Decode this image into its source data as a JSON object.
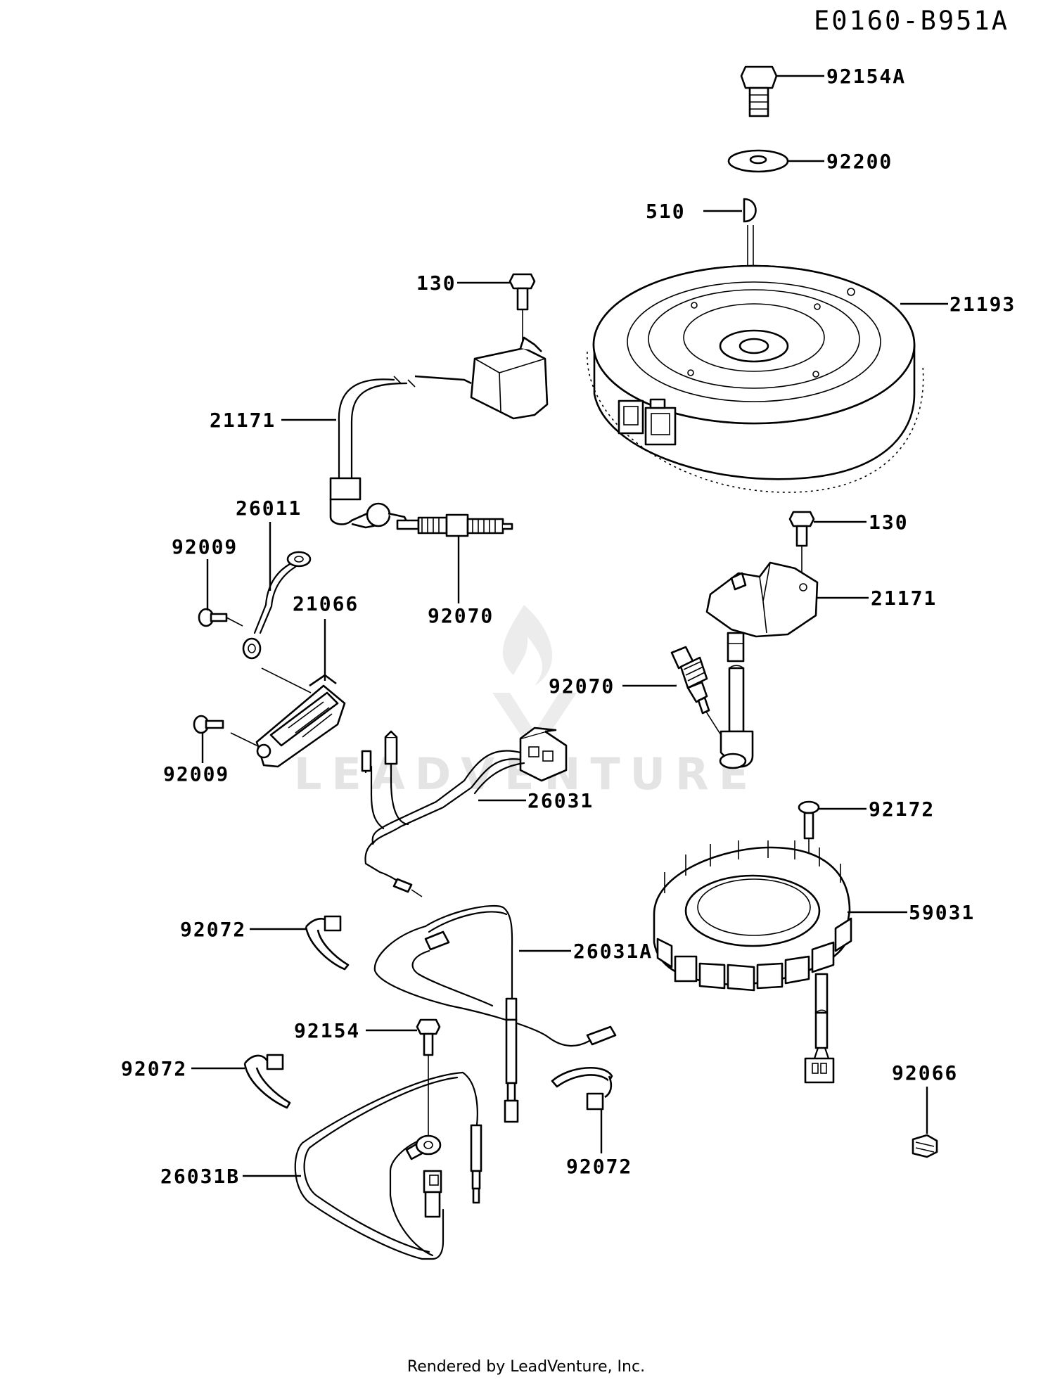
{
  "diagram_code": "E0160-B951A",
  "watermark": "LEADVENTURE",
  "footer": "Rendered by LeadVenture, Inc.",
  "callouts": {
    "bolt_flywheel": "92154A",
    "washer_flywheel": "92200",
    "key": "510",
    "flywheel": "21193",
    "bolt_coil_left": "130",
    "coil_left": "21171",
    "lead_wire_26011": "26011",
    "screw_top": "92009",
    "module_21066": "21066",
    "plug_left": "92070",
    "screw_bottom": "92009",
    "bolt_coil_right": "130",
    "coil_right": "21171",
    "plug_right": "92070",
    "harness_26031": "26031",
    "screw_stator": "92172",
    "stator": "59031",
    "clamp_left_upper": "92072",
    "harness_26031a": "26031A",
    "bolt_ground": "92154",
    "clamp_left_lower": "92072",
    "nut": "92066",
    "harness_26031b": "26031B",
    "clamp_center": "92072"
  }
}
